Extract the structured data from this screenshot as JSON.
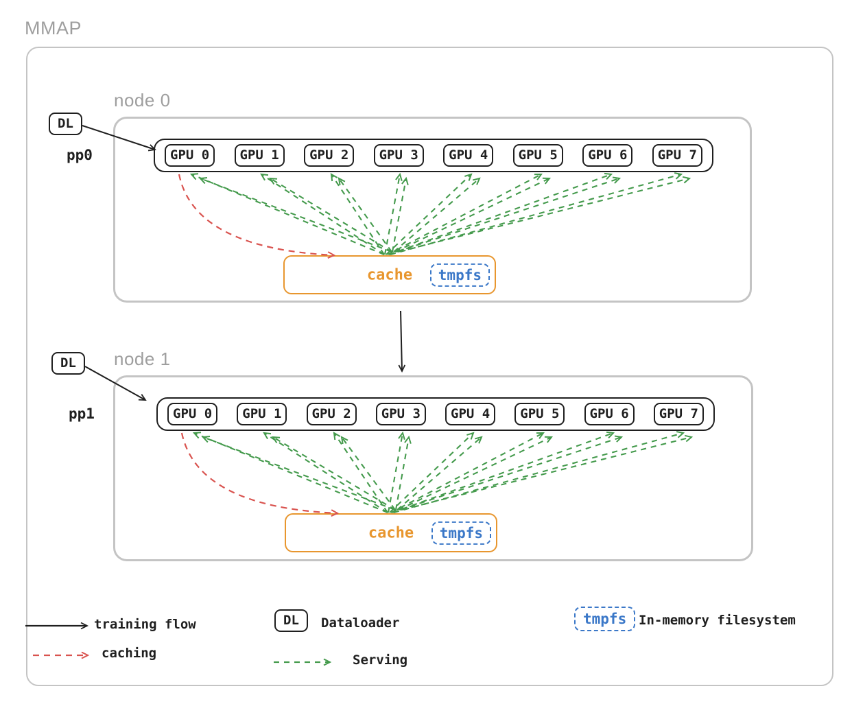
{
  "title": "MMAP",
  "nodes": [
    {
      "name": "node 0",
      "dl_label": "DL",
      "pp_label": "pp0",
      "gpus": [
        "GPU 0",
        "GPU 1",
        "GPU 2",
        "GPU 3",
        "GPU 4",
        "GPU 5",
        "GPU 6",
        "GPU 7"
      ],
      "cache_label": "cache",
      "tmpfs_label": "tmpfs"
    },
    {
      "name": "node 1",
      "dl_label": "DL",
      "pp_label": "pp1",
      "gpus": [
        "GPU 0",
        "GPU 1",
        "GPU 2",
        "GPU 3",
        "GPU 4",
        "GPU 5",
        "GPU 6",
        "GPU 7"
      ],
      "cache_label": "cache",
      "tmpfs_label": "tmpfs"
    }
  ],
  "legend": {
    "training_flow_label": "training flow",
    "caching_label": "caching",
    "dataloader_chip": "DL",
    "dataloader_label": "Dataloader",
    "serving_label": "Serving",
    "tmpfs_chip": "tmpfs",
    "in_memory_label": "In-memory filesystem"
  },
  "colors": {
    "cache_orange": "#e8962e",
    "tmpfs_blue": "#3b78c8",
    "serving_green": "#449a4c",
    "caching_red": "#d9534f",
    "boundary_gray": "#c4c4c4",
    "title_gray": "#9e9e9e",
    "ink_black": "#1f1f1f"
  }
}
